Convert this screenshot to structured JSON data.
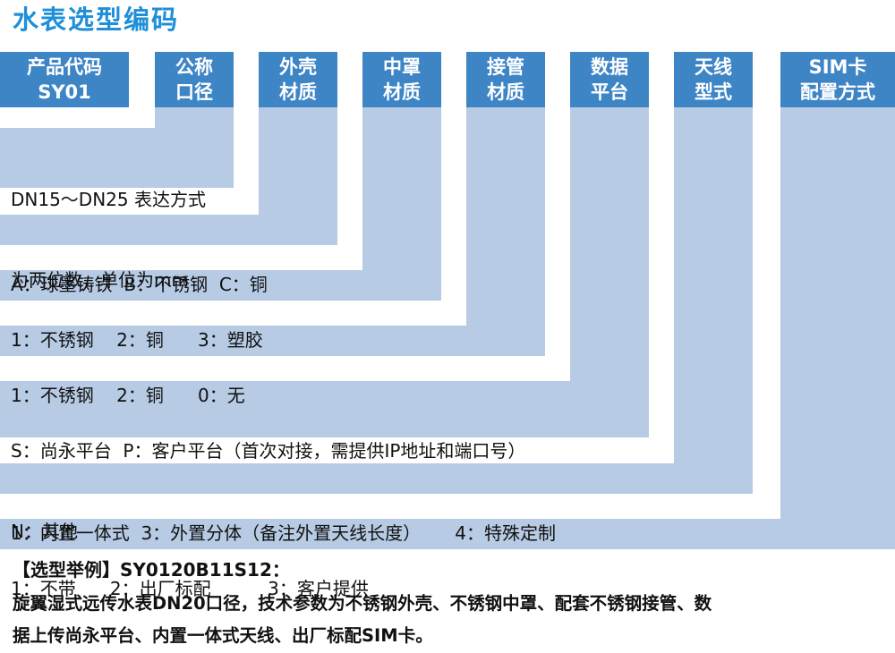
{
  "title": "水表选型编码",
  "headers": [
    {
      "line1": "产品代码",
      "line2": "SY01"
    },
    {
      "line1": "公称",
      "line2": "口径"
    },
    {
      "line1": "外壳",
      "line2": "材质"
    },
    {
      "line1": "中罩",
      "line2": "材质"
    },
    {
      "line1": "接管",
      "line2": "材质"
    },
    {
      "line1": "数据",
      "line2": "平台"
    },
    {
      "line1": "天线",
      "line2": "型式"
    },
    {
      "line1": "SIM卡",
      "line2": "配置方式"
    }
  ],
  "rows": [
    {
      "line1": "DN15～DN25 表达方式",
      "line2": "为两位数，单位为mm"
    },
    {
      "line1": "A：球墨铸铁  B：不锈钢  C：铜"
    },
    {
      "line1": "1：不锈钢    2：铜      3：塑胶"
    },
    {
      "line1": "1：不锈钢    2：铜      0：无"
    },
    {
      "line1": "S：尚永平台  P：客户平台（首次对接，需提供IP地址和端口号）",
      "line2": "N：其他"
    },
    {
      "line1": "1：内置一体式  3：外置分体（备注外置天线长度）      4：特殊定制"
    },
    {
      "line1": "1：不带      2：出厂标配          3：客户提供"
    }
  ],
  "example": {
    "label": "【选型举例】SY0120B11S12：",
    "line1": "旋翼湿式远传水表DN20口径，技术参数为不锈钢外壳、不锈钢中罩、配套不锈钢接管、数",
    "line2": "据上传尚永平台、内置一体式天线、出厂标配SIM卡。"
  },
  "colors": {
    "title": "#1e8fd8",
    "header_bg": "#3e85c6",
    "header_text": "#ffffff",
    "stair_fill": "#b7cbe4"
  }
}
